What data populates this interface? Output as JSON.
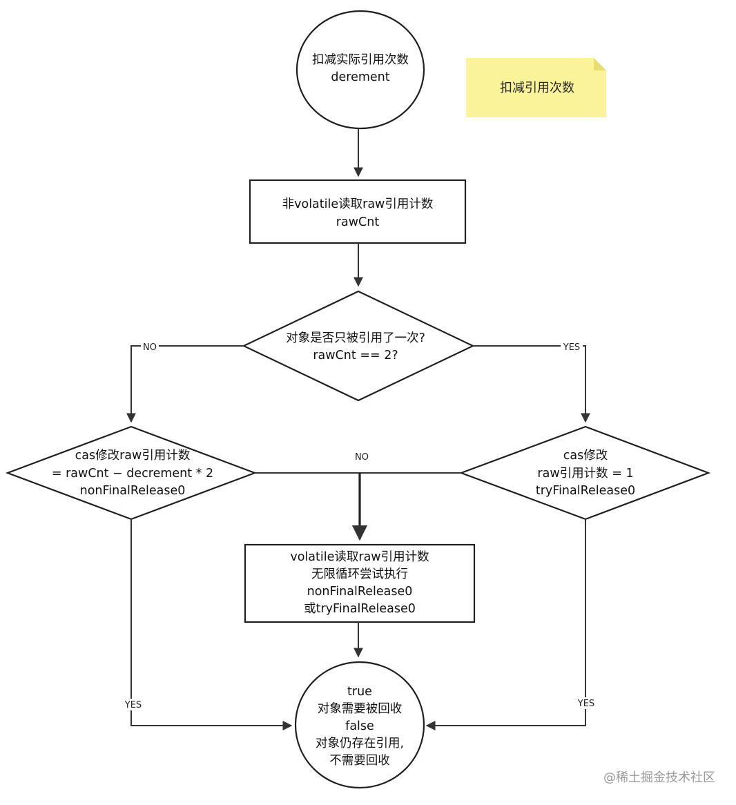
{
  "nodes": {
    "start": {
      "line1": "扣减实际引用次数",
      "line2": "derement"
    },
    "read_raw": {
      "line1": "非volatile读取raw引用计数",
      "line2": "rawCnt"
    },
    "decision_once": {
      "line1": "对象是否只被引用了一次?",
      "line2": "rawCnt == 2?"
    },
    "cas_left": {
      "line1": "cas修改raw引用计数",
      "line2": "= rawCnt − decrement * 2",
      "line3": "nonFinalRelease0"
    },
    "cas_right": {
      "line1": "cas修改",
      "line2": "raw引用计数 = 1",
      "line3": "tryFinalRelease0"
    },
    "retry": {
      "line1": "volatile读取raw引用计数",
      "line2": "无限循环尝试执行",
      "line3": "nonFinalRelease0",
      "line4": "或tryFinalRelease0"
    },
    "end": {
      "line1": "true",
      "line2": "对象需要被回收",
      "line3": "false",
      "line4": "对象仍存在引用,",
      "line5": "不需要回收"
    }
  },
  "edge_labels": {
    "decision_no": "NO",
    "decision_yes": "YES",
    "cas_no": "NO",
    "left_yes": "YES",
    "right_yes": "YES"
  },
  "note": {
    "text": "扣减引用次数",
    "color": "#fbf39a"
  },
  "watermark": "@稀土掘金技术社区"
}
